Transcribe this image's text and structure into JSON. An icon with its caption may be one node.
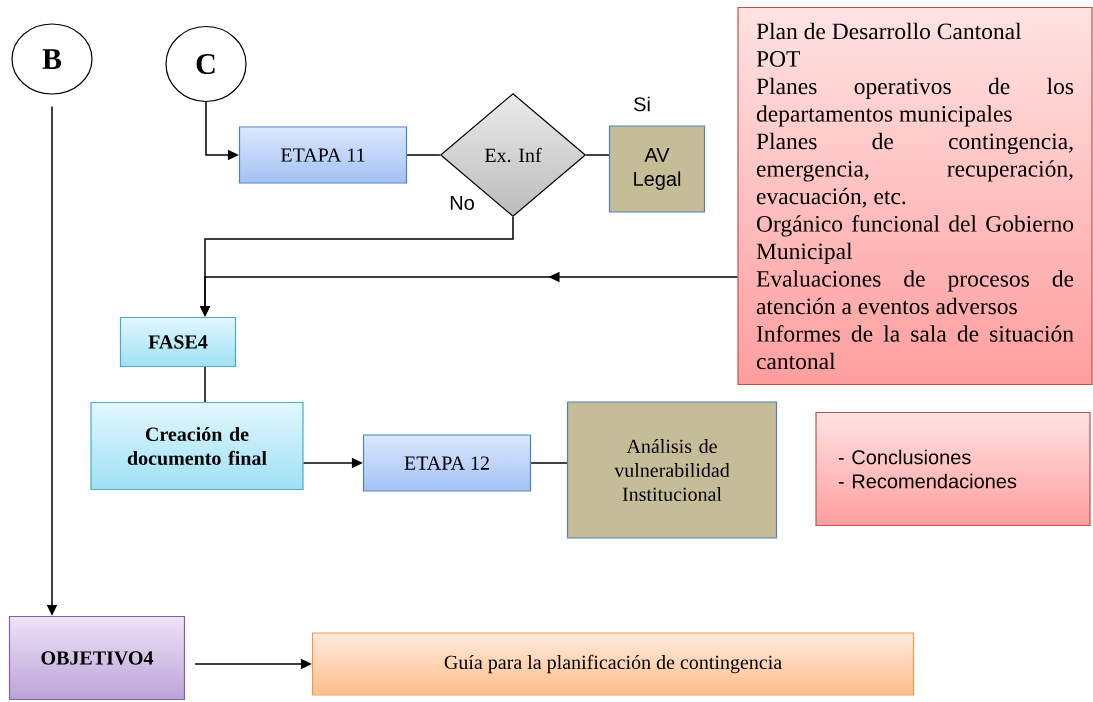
{
  "diagram": {
    "nodes": [
      {
        "text": [
          "B"
        ]
      },
      {
        "text": [
          "C"
        ]
      },
      {
        "text": [
          "ETAPA 11"
        ]
      },
      {
        "text": [
          "Ex. Inf"
        ]
      },
      {
        "text": [
          "AV Legal"
        ]
      },
      {
        "text": [
          "Plan de Desarrollo Cantonal",
          "POT",
          "Planes operativos de los departamentos municipales",
          "Planes de contingencia, emergencia, recuperación, evacuación, etc.",
          "Orgánico funcional del Gobierno Municipal",
          "Evaluaciones de procesos de atención a eventos adversos",
          "Informes de la sala de situación cantonal"
        ]
      },
      {
        "text": [
          "FASE4"
        ]
      },
      {
        "text": [
          "Creación de documento final"
        ]
      },
      {
        "text": [
          "ETAPA 12"
        ]
      },
      {
        "text": [
          "Análisis de vulnerabilidad Institucional"
        ]
      },
      {
        "text": [
          "- Conclusiones",
          "- Recomendaciones"
        ]
      },
      {
        "text": [
          "OBJETIVO4"
        ]
      },
      {
        "text": [
          "Guía para la planificación de contingencia"
        ]
      }
    ],
    "edges": [
      {
        "from": 1,
        "to": 2,
        "arrow": "to"
      },
      {
        "from": 2,
        "to": 3,
        "arrow": "none"
      },
      {
        "from": 3,
        "to": 4,
        "arrow": "none",
        "label": "Si"
      },
      {
        "from": 3,
        "to": 6,
        "arrow": "to",
        "label": "No"
      },
      {
        "from": 5,
        "to": 6,
        "arrow": "to"
      },
      {
        "from": 6,
        "to": 7,
        "arrow": "none"
      },
      {
        "from": 7,
        "to": 8,
        "arrow": "to"
      },
      {
        "from": 8,
        "to": 9,
        "arrow": "none"
      },
      {
        "from": 0,
        "to": 11,
        "arrow": "to"
      },
      {
        "from": 11,
        "to": 12,
        "arrow": "to"
      }
    ]
  }
}
